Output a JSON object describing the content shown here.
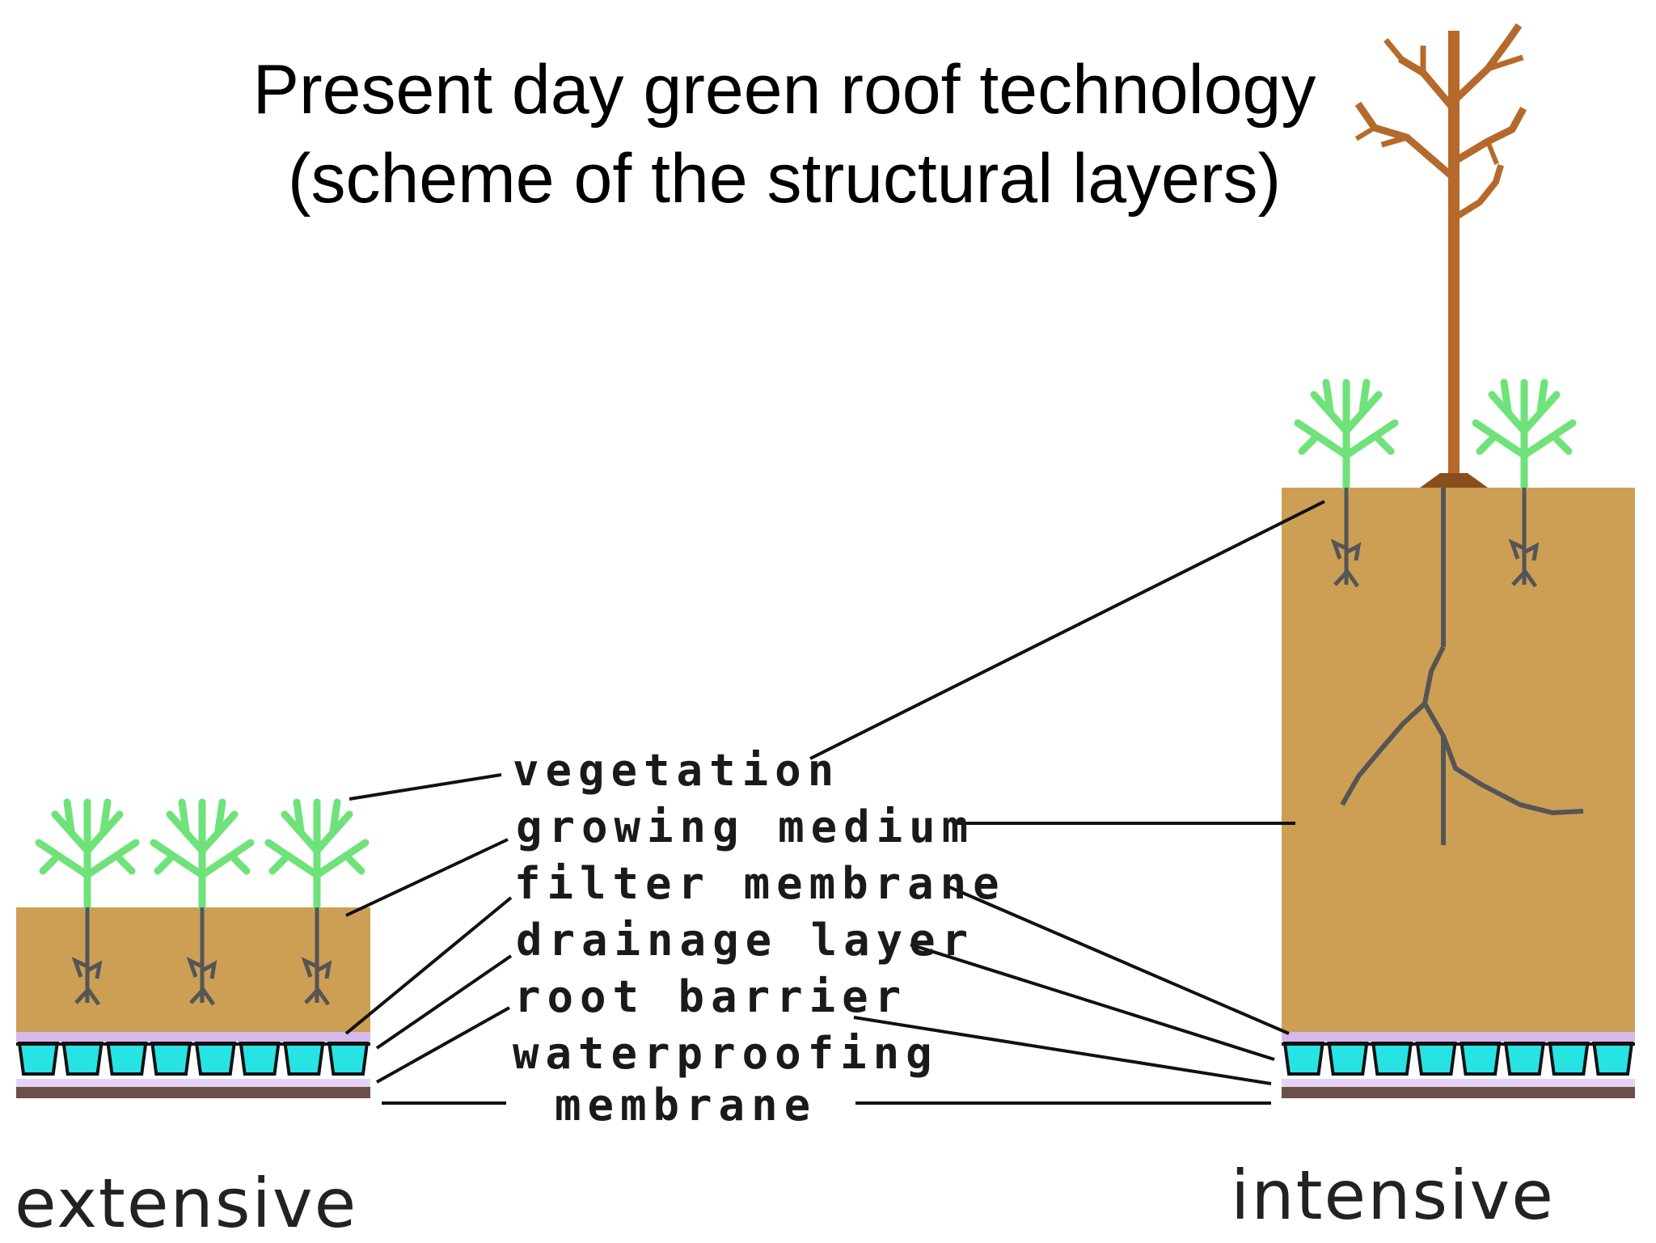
{
  "title": {
    "line1": "Present day green roof technology",
    "line2": "(scheme of the structural layers)"
  },
  "layers": {
    "vegetation": "vegetation",
    "growing_medium": "growing medium",
    "filter_membrane": "filter membrane",
    "drainage_layer": "drainage layer",
    "root_barrier": "root barrier",
    "waterproofing_line1": "waterproofing",
    "waterproofing_line2": "membrane"
  },
  "roof_types": {
    "extensive": "extensive",
    "intensive": "intensive"
  },
  "colors": {
    "growing_medium": "#cc9f55",
    "filter_membrane": "#d7b8ea",
    "drainage_water": "#27e3e3",
    "waterproofing": "#6b4f4a",
    "plant": "#6fe27a",
    "root": "#555555",
    "tree": "#b56a2c"
  }
}
